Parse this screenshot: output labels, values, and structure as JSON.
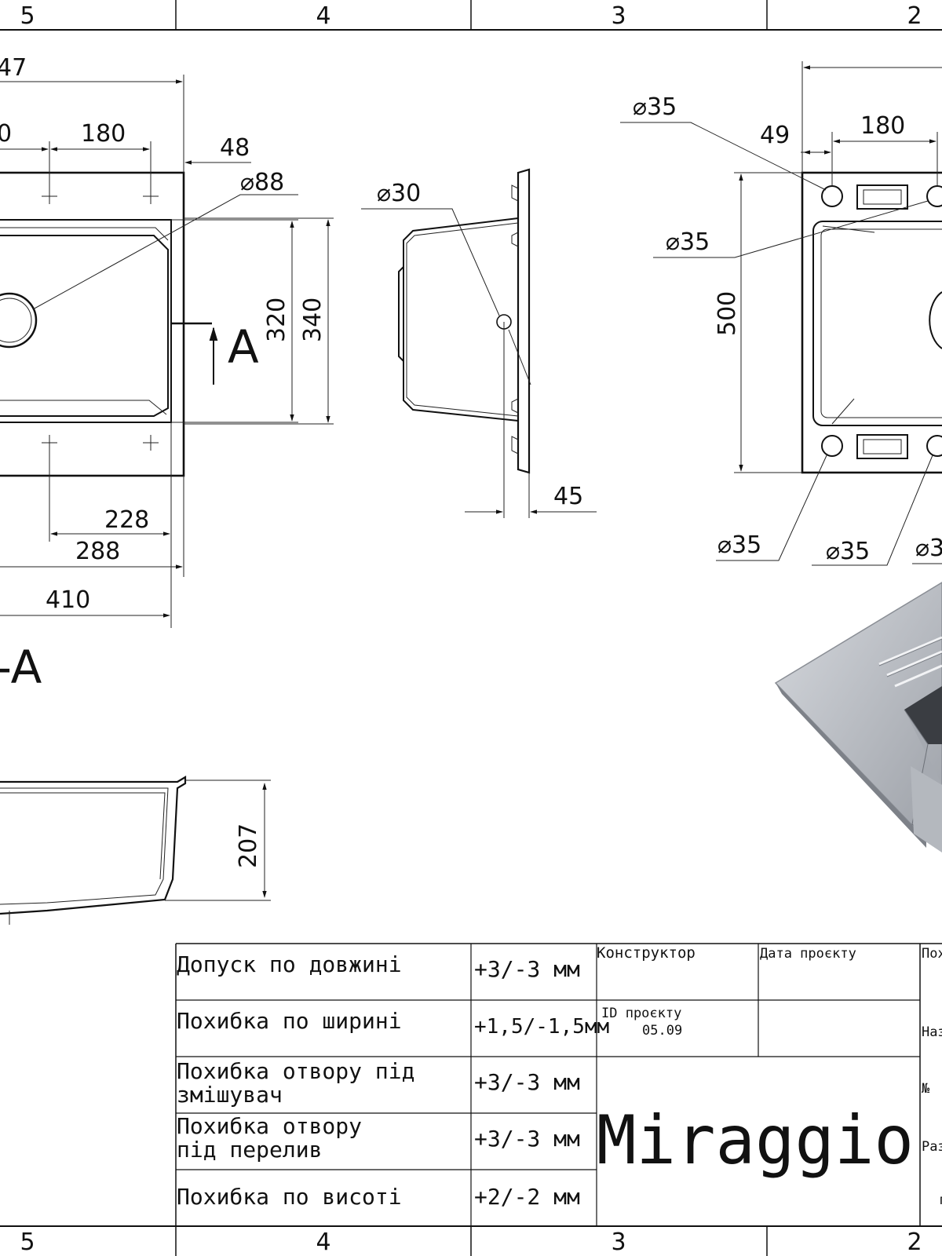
{
  "zones": [
    "5",
    "4",
    "3",
    "2"
  ],
  "dimensions": {
    "overall_width_partial": "47",
    "left_partial": "0",
    "pitch_top": "180",
    "offset_48": "48",
    "drain_dia": "⌀88",
    "bowl_inner": "320",
    "bowl_outer": "340",
    "section_mark": "A",
    "pitch_228": "228",
    "pitch_288": "288",
    "width_410": "410",
    "section_label": "-A",
    "depth_207": "207",
    "hole_30": "⌀30",
    "flange_45": "45",
    "hole_35_a": "⌀35",
    "hole_35_b": "⌀35",
    "offset_49": "49",
    "pitch_180_right": "180",
    "height_500": "500",
    "hole_35_c": "⌀35",
    "hole_35_d": "⌀35",
    "hole_35_e": "⌀3"
  },
  "tolerances": [
    {
      "label_line1": "Допуск по довжині",
      "label_line2": "",
      "value": "+3/-3 мм"
    },
    {
      "label_line1": "Похибка по ширині",
      "label_line2": "",
      "value": "+1,5/-1,5мм"
    },
    {
      "label_line1": "Похибка отвору під",
      "label_line2": "змішувач",
      "value": "+3/-3 мм"
    },
    {
      "label_line1": "Похибка отвору",
      "label_line2": "під перелив",
      "value": "+3/-3 мм"
    },
    {
      "label_line1": "Похибка по висоті",
      "label_line2": "",
      "value": "+2/-2 мм"
    }
  ],
  "title_block": {
    "designer_label": "Конструктор",
    "date_label": "Дата проєкту",
    "pox_label": "Пох",
    "id_label": "ID проєкту",
    "id_value": "05.09",
    "name_label": "Наз",
    "number_label": "№",
    "size_label": "Раз",
    "brand": "Miraggio",
    "corner_mark": "г"
  },
  "colors": {
    "line": "#111111",
    "sink_3d_light": "#c8ccd2",
    "sink_3d_dark": "#6c7077",
    "sink_3d_deep": "#3a3d42"
  }
}
